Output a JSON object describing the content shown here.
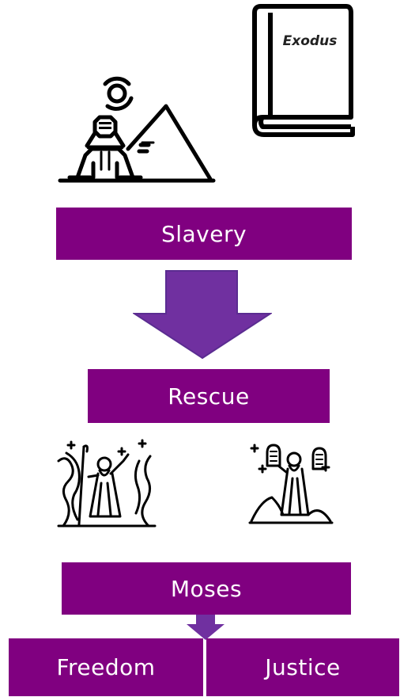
{
  "book": {
    "title": "Exodus"
  },
  "flow": {
    "slavery": "Slavery",
    "rescue": "Rescue",
    "moses": "Moses",
    "freedom": "Freedom",
    "justice": "Justice"
  },
  "colors": {
    "box": "#800080",
    "arrow_fill": "#7030A0",
    "arrow_stroke": "#5B2C91",
    "box_text": "#FFFFFF",
    "icon_line": "#000000"
  },
  "icons": {
    "pyramid_sphinx": "egypt-pyramid-sphinx-icon",
    "book": "exodus-book-icon",
    "moses_red_sea": "moses-parting-sea-icon",
    "moses_tablets": "moses-tablets-icon",
    "down_arrow": "down-arrow-icon"
  }
}
